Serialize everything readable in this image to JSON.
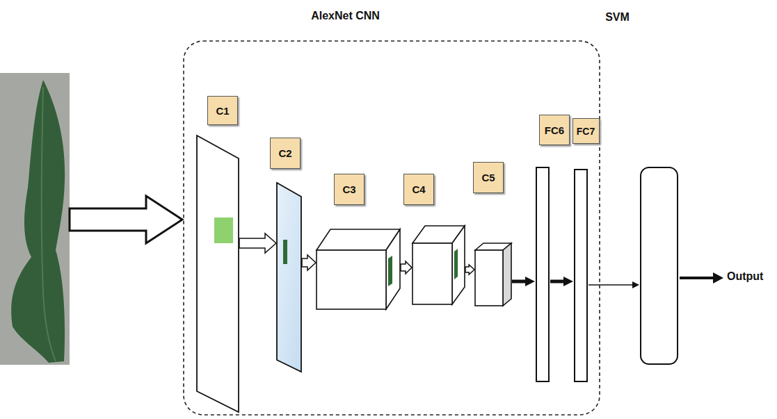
{
  "diagram": {
    "nodes": [
      {
        "text": [
          "AlexNet CNN"
        ]
      },
      {
        "text": [
          "C1"
        ],
        "in": 0
      },
      {
        "text": [
          "C2"
        ],
        "in": 0
      },
      {
        "text": [
          "C3"
        ],
        "in": 0
      },
      {
        "text": [
          "C4"
        ],
        "in": 0
      },
      {
        "text": [
          "C5"
        ],
        "in": 0
      },
      {
        "text": [
          "FC6"
        ],
        "in": 0
      },
      {
        "text": [
          "FC7"
        ],
        "in": 0
      },
      {
        "text": [
          "SVM"
        ]
      }
    ],
    "edges": [
      {
        "from": 1,
        "to": 2,
        "arrow": "to"
      },
      {
        "from": 2,
        "to": 3,
        "arrow": "to"
      },
      {
        "from": 3,
        "to": 4,
        "arrow": "to"
      },
      {
        "from": 4,
        "to": 5,
        "arrow": "to"
      },
      {
        "from": 5,
        "to": 6,
        "arrow": "to"
      },
      {
        "from": 6,
        "to": 7,
        "arrow": "to"
      },
      {
        "from": 7,
        "to": 8,
        "arrow": "to"
      }
    ],
    "labels": [
      "Output"
    ]
  }
}
